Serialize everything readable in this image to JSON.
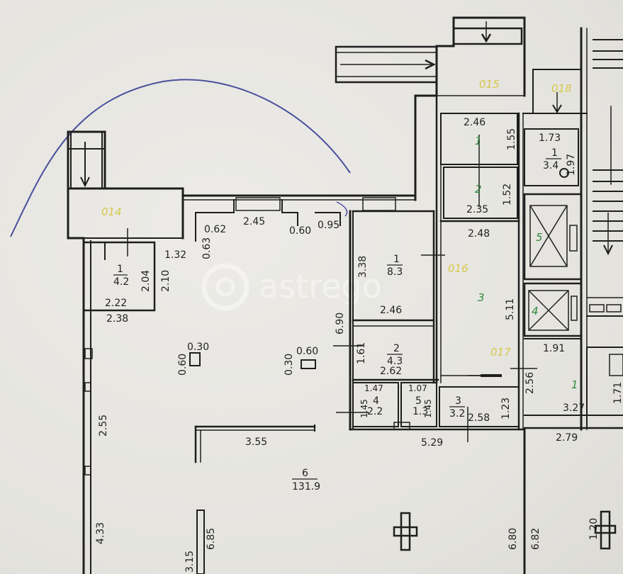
{
  "watermark": "astrego",
  "zones": {
    "z14": "014",
    "z15": "015",
    "z16": "016",
    "z17": "017",
    "z18": "018"
  },
  "rooms": {
    "r1_left": {
      "num": "1",
      "area": "4.2"
    },
    "r1_mid": {
      "num": "1",
      "area": "8.3"
    },
    "r2_mid": {
      "num": "2",
      "area": "4.3"
    },
    "r3_small": {
      "num": "3",
      "area": "3.2"
    },
    "r6_main": {
      "num": "6",
      "area": "131.9"
    },
    "r4a": {
      "num": "4",
      "area": "2.2"
    },
    "r5a": {
      "num": "5",
      "area": "1.3"
    },
    "r_top_small": {
      "num": "1",
      "area": "3.4"
    },
    "g1": "1",
    "g2": "2",
    "g3": "3",
    "g5": "5",
    "g4": "4",
    "g1b": "1"
  },
  "dims": {
    "d245": "2.45",
    "d060": "0.60",
    "d095": "0.95",
    "d062": "0.62",
    "d063": "0.63",
    "d132": "1.32",
    "d204": "2.04",
    "d210": "2.10",
    "d222": "2.22",
    "d238": "2.38",
    "d030a": "0.30",
    "d060a": "0.60",
    "d030b": "0.30",
    "d060b": "0.60",
    "d255": "2.55",
    "d433": "4.33",
    "d315": "3.15",
    "d685": "6.85",
    "d355": "3.55",
    "d338": "3.38",
    "d246": "2.46",
    "d690": "6.90",
    "d161": "1.61",
    "d262": "2.62",
    "d147": "1.47",
    "d107": "1.07",
    "d145": "1.45",
    "d145b": "1.45",
    "d258": "2.58",
    "d123": "1.23",
    "d529": "5.29",
    "d680": "6.80",
    "d682": "6.82",
    "d246top": "2.46",
    "d155": "1.55",
    "d235": "2.35",
    "d152": "1.52",
    "d248": "2.48",
    "d511": "5.11",
    "d173": "1.73",
    "d197": "1.97",
    "d191": "1.91",
    "d256": "2.56",
    "d327": "3.27",
    "d279": "2.79",
    "d171": "1.71",
    "d120": "1.20"
  }
}
